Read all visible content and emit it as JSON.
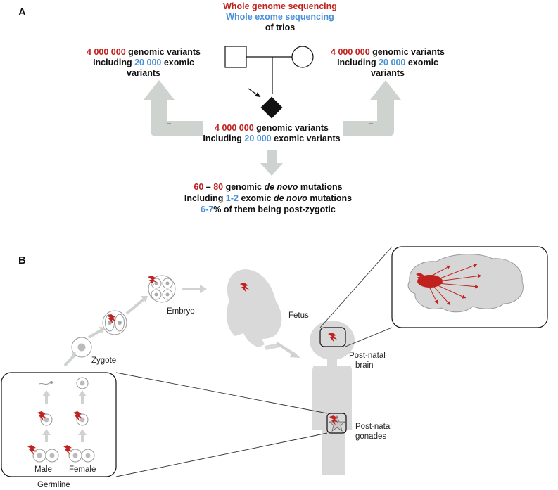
{
  "panel_a": {
    "label": "A",
    "title_line1": "Whole genome sequencing",
    "title_line2": "Whole exome sequencing",
    "title_line3": "of trios",
    "left": {
      "count": "4 000 000",
      "suffix1": " genomic variants",
      "prefix2": "Including ",
      "exome_count": "20 000",
      "suffix2": " exomic",
      "line3": "variants"
    },
    "right": {
      "count": "4 000 000",
      "suffix1": " genomic variants",
      "prefix2": "Including ",
      "exome_count": "20 000",
      "suffix2": " exomic",
      "line3": "variants"
    },
    "child": {
      "count": "4 000 000",
      "suffix1": " genomic variants",
      "prefix2": "Including ",
      "exome_count": "20 000",
      "suffix2": " exomic variants"
    },
    "minus_sign": "–",
    "result": {
      "range_low": "60",
      "dash": " – ",
      "range_high": "80",
      "mid1": " genomic ",
      "de_novo": "de novo",
      "end1": " mutations",
      "prefix2": "Including ",
      "exome_range": "1-2",
      "mid2": " exomic ",
      "end2": " mutations",
      "pct": "6-7",
      "end3": "% of them being post-zygotic"
    }
  },
  "panel_b": {
    "label": "B",
    "zygote": "Zygote",
    "embryo": "Embryo",
    "fetus": "Fetus",
    "brain_line1": "Post-natal",
    "brain_line2": "brain",
    "gonad_line1": "Post-natal",
    "gonad_line2": "gonades",
    "male": "Male",
    "female": "Female",
    "germline": "Germline"
  },
  "colors": {
    "red": "#c0231f",
    "blue": "#4a90d9",
    "grey_shape": "#d9d9d9",
    "arrow_grey": "#cfd3cf"
  }
}
